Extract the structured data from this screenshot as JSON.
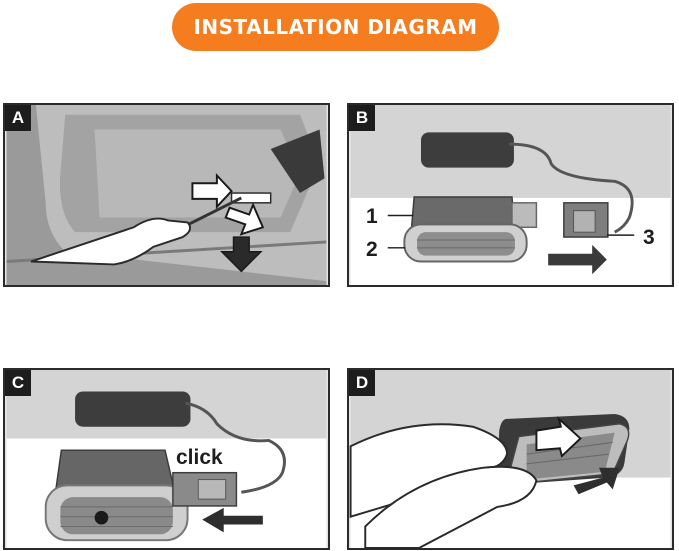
{
  "title": "INSTALLATION DIAGRAM",
  "colors": {
    "accent": "#f57c1f",
    "panel_tag": "#1d1d1d",
    "panel_bg": "#e4e4e4"
  },
  "panels": [
    {
      "id": "A",
      "label": "A"
    },
    {
      "id": "B",
      "label": "B",
      "callouts": [
        "1",
        "2",
        "3"
      ]
    },
    {
      "id": "C",
      "label": "C",
      "annotation": "click"
    },
    {
      "id": "D",
      "label": "D"
    }
  ]
}
